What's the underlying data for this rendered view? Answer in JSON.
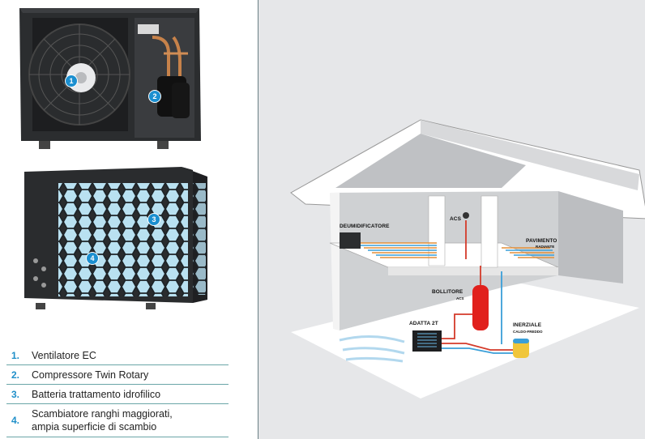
{
  "badges": [
    "1",
    "2",
    "3",
    "4"
  ],
  "legend": [
    {
      "num": "1.",
      "text": "Ventilatore EC"
    },
    {
      "num": "2.",
      "text": "Compressore Twin Rotary"
    },
    {
      "num": "3.",
      "text": "Batteria trattamento idrofilico"
    },
    {
      "num": "4.",
      "text_line1": "Scambiatore ranghi maggiorati,",
      "text_line2": "ampia superficie di scambio"
    }
  ],
  "house": {
    "deumidificatore": "DEUMIDIFICATORE",
    "acs": "ACS",
    "pavimento": "PAVIMENTO",
    "pavimento_sub": "RADIANTE",
    "bollitore": "BOLLITORE",
    "bollitore_sub": "ACS",
    "adatta": "ADATTA 2T",
    "inerziale": "INERZIALE",
    "inerziale_sub": "CALDO-FREDDO"
  },
  "colors": {
    "accent": "#1b8fd0",
    "divider": "#6a7f86",
    "legend_line": "#6aa6a8",
    "panel_bg": "#e6e7e9"
  }
}
